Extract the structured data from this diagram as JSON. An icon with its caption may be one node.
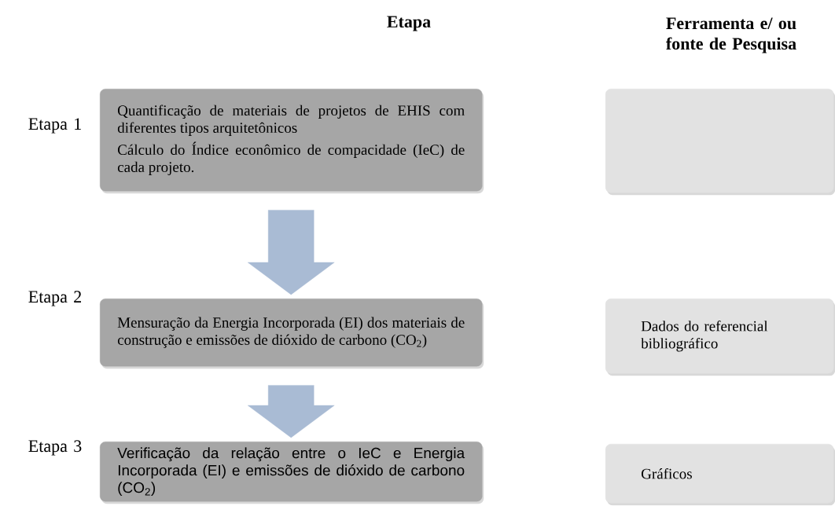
{
  "diagram": {
    "nodes": [
      {
        "text": [
          "Quantificação de materiais de projetos de EHIS com diferentes tipos arquitetônicos",
          "Cálculo do Índice econômico de compacidade (IeC) de cada projeto."
        ]
      },
      {
        "text": [],
        "shape": "box"
      },
      {
        "text": [
          "Mensuração da Energia Incorporada (EI) dos materiais de construção e emissões de dióxido de carbono (CO$_{2}$)"
        ]
      },
      {
        "text": [
          "Dados do referencial bibliográfico"
        ]
      },
      {
        "text": [
          "Verificação da relação entre o IeC e Energia Incorporada (EI) e emissões de dióxido de carbono (CO$_{2}$)"
        ]
      },
      {
        "text": [
          "Gráficos"
        ]
      }
    ],
    "edges": [
      {
        "from": 0,
        "to": 2,
        "arrow": "to"
      },
      {
        "from": 2,
        "to": 4,
        "arrow": "to"
      }
    ],
    "labels": [
      "Etapa",
      "Ferramenta e/ ou fonte de Pesquisa",
      "Etapa 1",
      "Etapa 2",
      "Etapa 3"
    ]
  }
}
